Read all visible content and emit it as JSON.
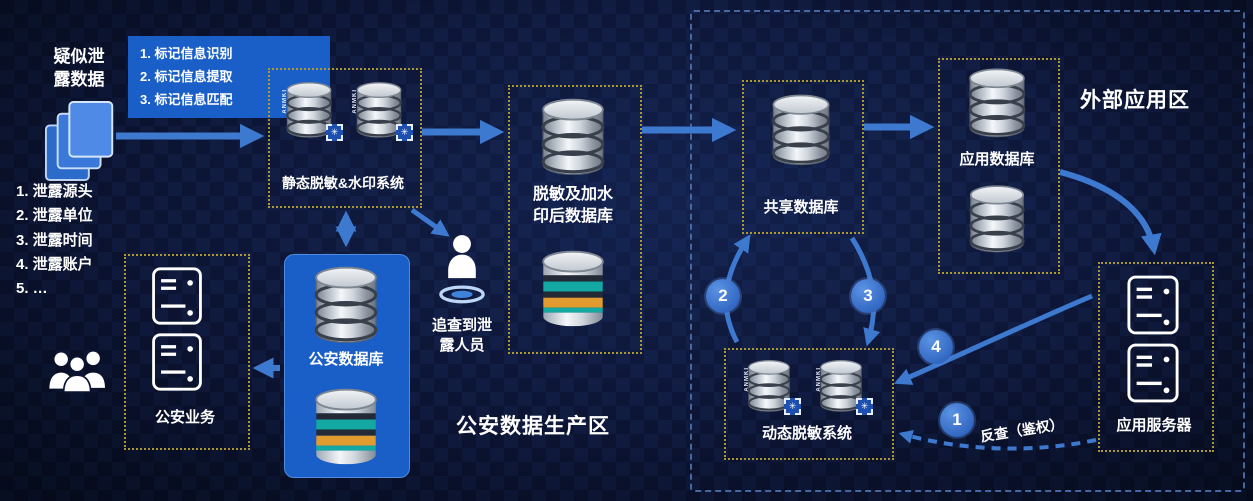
{
  "colors": {
    "background": "#0c1433",
    "accent_blue_box": "#1a5fc8",
    "arrow_blue": "#3d79cf",
    "dotted_border_gold": "#ab9734",
    "zone_dash_border": "#46679f",
    "stripe_teal": "#14a8a2",
    "stripe_orange": "#e29b2e"
  },
  "production_zone": {
    "title": "公安数据生产区",
    "suspect_data_label": "疑似泄\n露数据",
    "leak_items": [
      "1. 泄露源头",
      "2. 泄露单位",
      "3. 泄露时间",
      "4. 泄露账户",
      "5. …"
    ],
    "mark_steps": [
      "1. 标记信息识别",
      "2. 标记信息提取",
      "3. 标记信息匹配"
    ],
    "static_masking_system": "静态脱敏&水印系统",
    "masked_database": "脱敏及加水\n印后数据库",
    "police_database": "公安数据库",
    "police_business": "公安业务",
    "trace_person": "追查到泄\n露人员"
  },
  "external_zone": {
    "title": "外部应用区",
    "shared_database": "共享数据库",
    "app_database": "应用数据库",
    "dynamic_masking_system": "动态脱敏系统",
    "app_server": "应用服务器",
    "reverse_check": "反查（鉴权）",
    "steps": [
      "1",
      "2",
      "3",
      "4"
    ]
  },
  "icons": {
    "database": "metal-cylinder",
    "striped-database": "cylinder-teal-orange-stripes",
    "masking-database": "cylinder-with-asterisk-badge",
    "server": "server-cabinet",
    "person": "person-on-target-rings",
    "documents": "paper-stack",
    "users": "people-group",
    "badge_vendor": "ANMKI",
    "badge_glyph": "✳"
  }
}
